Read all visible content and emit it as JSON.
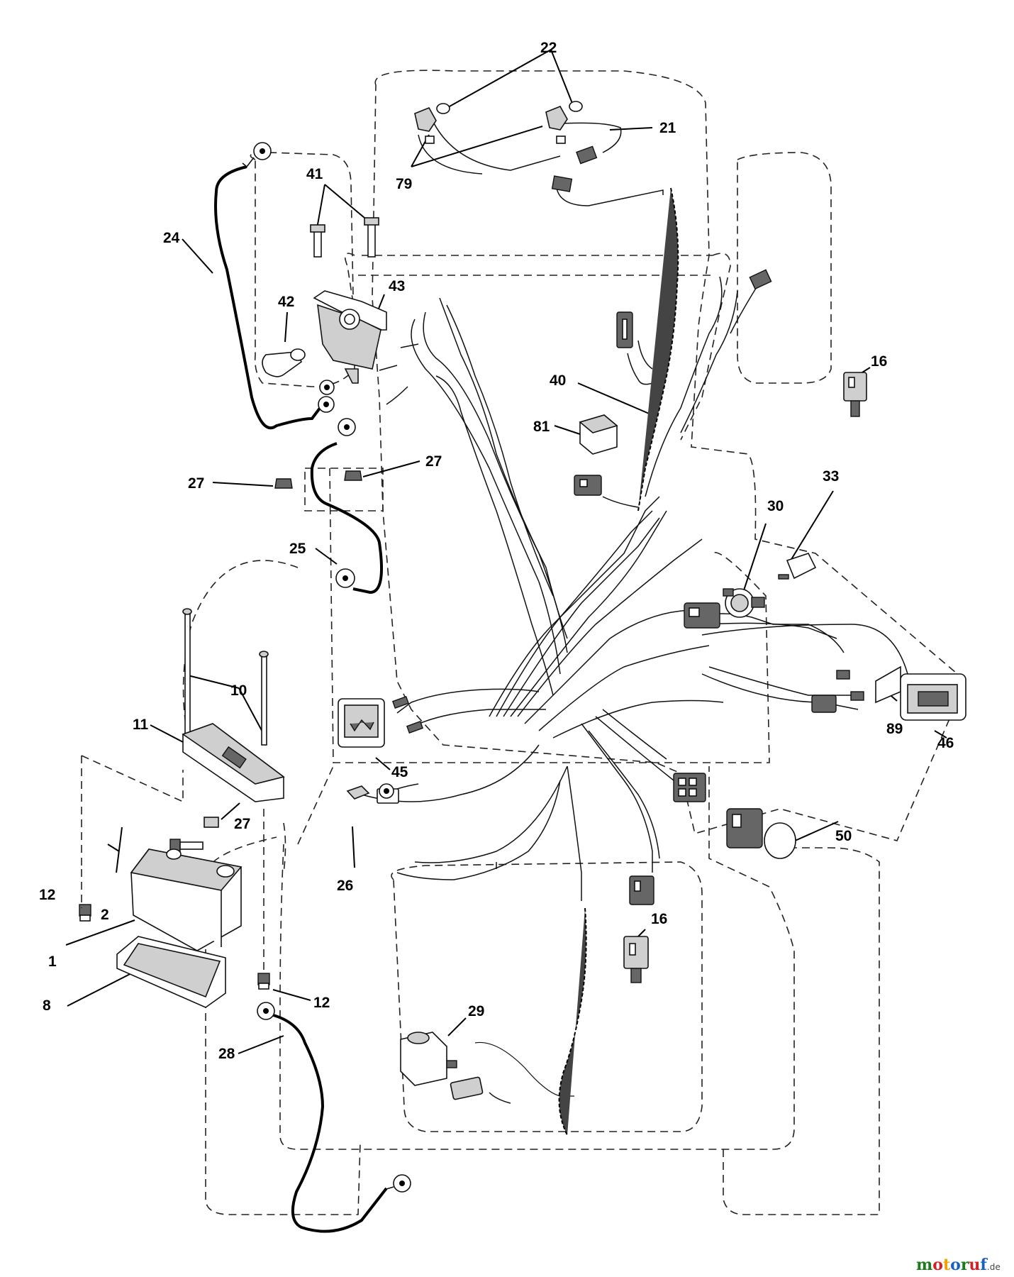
{
  "callouts": {
    "c22": "22",
    "c21": "21",
    "c79": "79",
    "c41": "41",
    "c24": "24",
    "c42": "42",
    "c43": "43",
    "c40": "40",
    "c16a": "16",
    "c81": "81",
    "c27a": "27",
    "c27b": "27",
    "c33": "33",
    "c30": "30",
    "c25": "25",
    "c10": "10",
    "c11": "11",
    "c45": "45",
    "c89": "89",
    "c46": "46",
    "c27c": "27",
    "c50": "50",
    "c12a": "12",
    "c2": "2",
    "c26": "26",
    "c1": "1",
    "c16b": "16",
    "c8": "8",
    "c12b": "12",
    "c29": "29",
    "c28": "28"
  },
  "watermark": {
    "brand": "motoruf",
    "suffix": ".de"
  },
  "colors": {
    "ink": "#111111",
    "watermark": [
      "#1f7a1f",
      "#d0202a",
      "#f0a000",
      "#1b5fbf",
      "#1f7a1f",
      "#d0202a",
      "#1b5fbf"
    ]
  }
}
